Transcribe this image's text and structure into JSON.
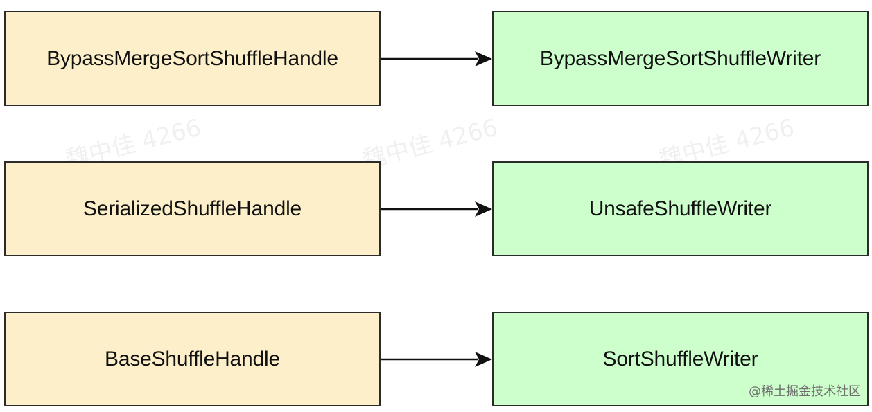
{
  "diagram": {
    "rows": [
      {
        "handle": "BypassMergeSortShuffleHandle",
        "writer": "BypassMergeSortShuffleWriter"
      },
      {
        "handle": "SerializedShuffleHandle",
        "writer": "UnsafeShuffleWriter"
      },
      {
        "handle": "BaseShuffleHandle",
        "writer": "SortShuffleWriter"
      }
    ],
    "colors": {
      "handle_fill": "#fcefc9",
      "writer_fill": "#ccffcc",
      "border": "#2b2b2b",
      "arrow": "#111111"
    }
  },
  "watermarks": [
    "魏中佳 4266",
    "魏中佳 4266",
    "魏中佳 4266"
  ],
  "site_mark": "@稀土掘金技术社区"
}
